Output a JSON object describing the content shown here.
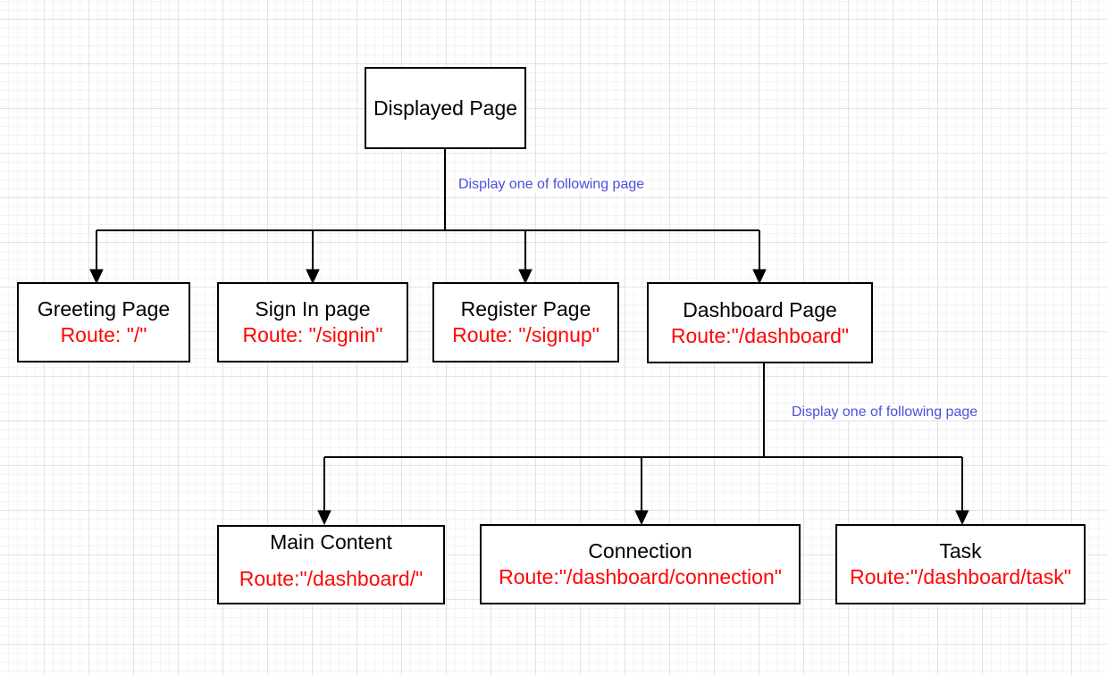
{
  "diagram": {
    "edge_labels": {
      "branch1": "Display one of following page",
      "branch2": "Display one of following page"
    },
    "nodes": {
      "displayed_page": {
        "title": "Displayed Page"
      },
      "greeting_page": {
        "title": "Greeting Page",
        "route": "Route: \"/\""
      },
      "sign_in_page": {
        "title": "Sign In page",
        "route": "Route: \"/signin\""
      },
      "register_page": {
        "title": "Register Page",
        "route": "Route: \"/signup\""
      },
      "dashboard_page": {
        "title": "Dashboard Page",
        "route": "Route:\"/dashboard\""
      },
      "main_content": {
        "title": "Main Content",
        "route": "Route:\"/dashboard/\""
      },
      "connection": {
        "title": "Connection",
        "route": "Route:\"/dashboard/connection\""
      },
      "task": {
        "title": "Task",
        "route": "Route:\"/dashboard/task\""
      }
    },
    "colors": {
      "canvas_bg": "#ffffff",
      "grid_minor": "#f4f4f4",
      "grid_major": "#e2e2e2",
      "node_fill": "#ffffff",
      "node_border": "#000000",
      "node_title_text": "#000000",
      "route_text": "#ff0505",
      "edge_label_text": "#4a4fdd",
      "edge_stroke": "#000000"
    }
  }
}
